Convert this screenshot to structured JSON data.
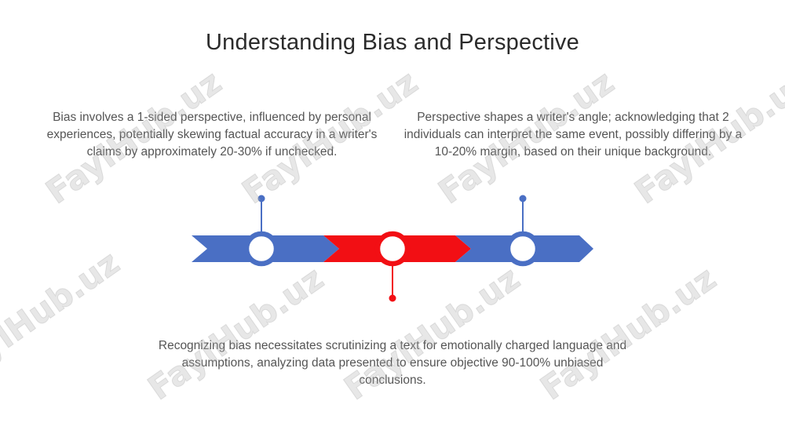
{
  "slide": {
    "title": "Understanding Bias and Perspective"
  },
  "steps": [
    {
      "text": "Bias involves a 1-sided perspective, influenced by personal experiences, potentially skewing factual accuracy in a writer's claims by approximately 20-30% if unchecked.",
      "color": "#4a6fc4"
    },
    {
      "text": "Recognizing bias necessitates scrutinizing a text for emotionally charged language and assumptions, analyzing data presented to ensure objective 90-100% unbiased conclusions.",
      "color": "#f20f14"
    },
    {
      "text": "Perspective shapes a writer's angle; acknowledging that 2 individuals can interpret the same event, possibly differing by a 10-20% margin, based on their unique background.",
      "color": "#4a6fc4"
    }
  ],
  "watermark": {
    "text": "FaylHub.uz",
    "color": "#b4b4b4"
  }
}
